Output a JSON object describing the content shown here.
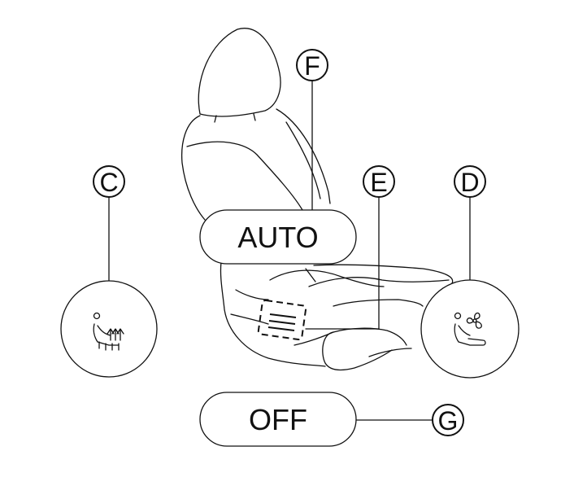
{
  "callouts": {
    "c": "C",
    "d": "D",
    "e": "E",
    "f": "F",
    "g": "G"
  },
  "buttons": {
    "auto_label": "AUTO",
    "off_label": "OFF"
  },
  "icons": {
    "left_circle": "heated-seat-icon",
    "right_circle": "ventilated-seat-icon",
    "seat_switch": "seat-switch-icon"
  },
  "colors": {
    "ink": "#111111",
    "background": "#ffffff"
  }
}
